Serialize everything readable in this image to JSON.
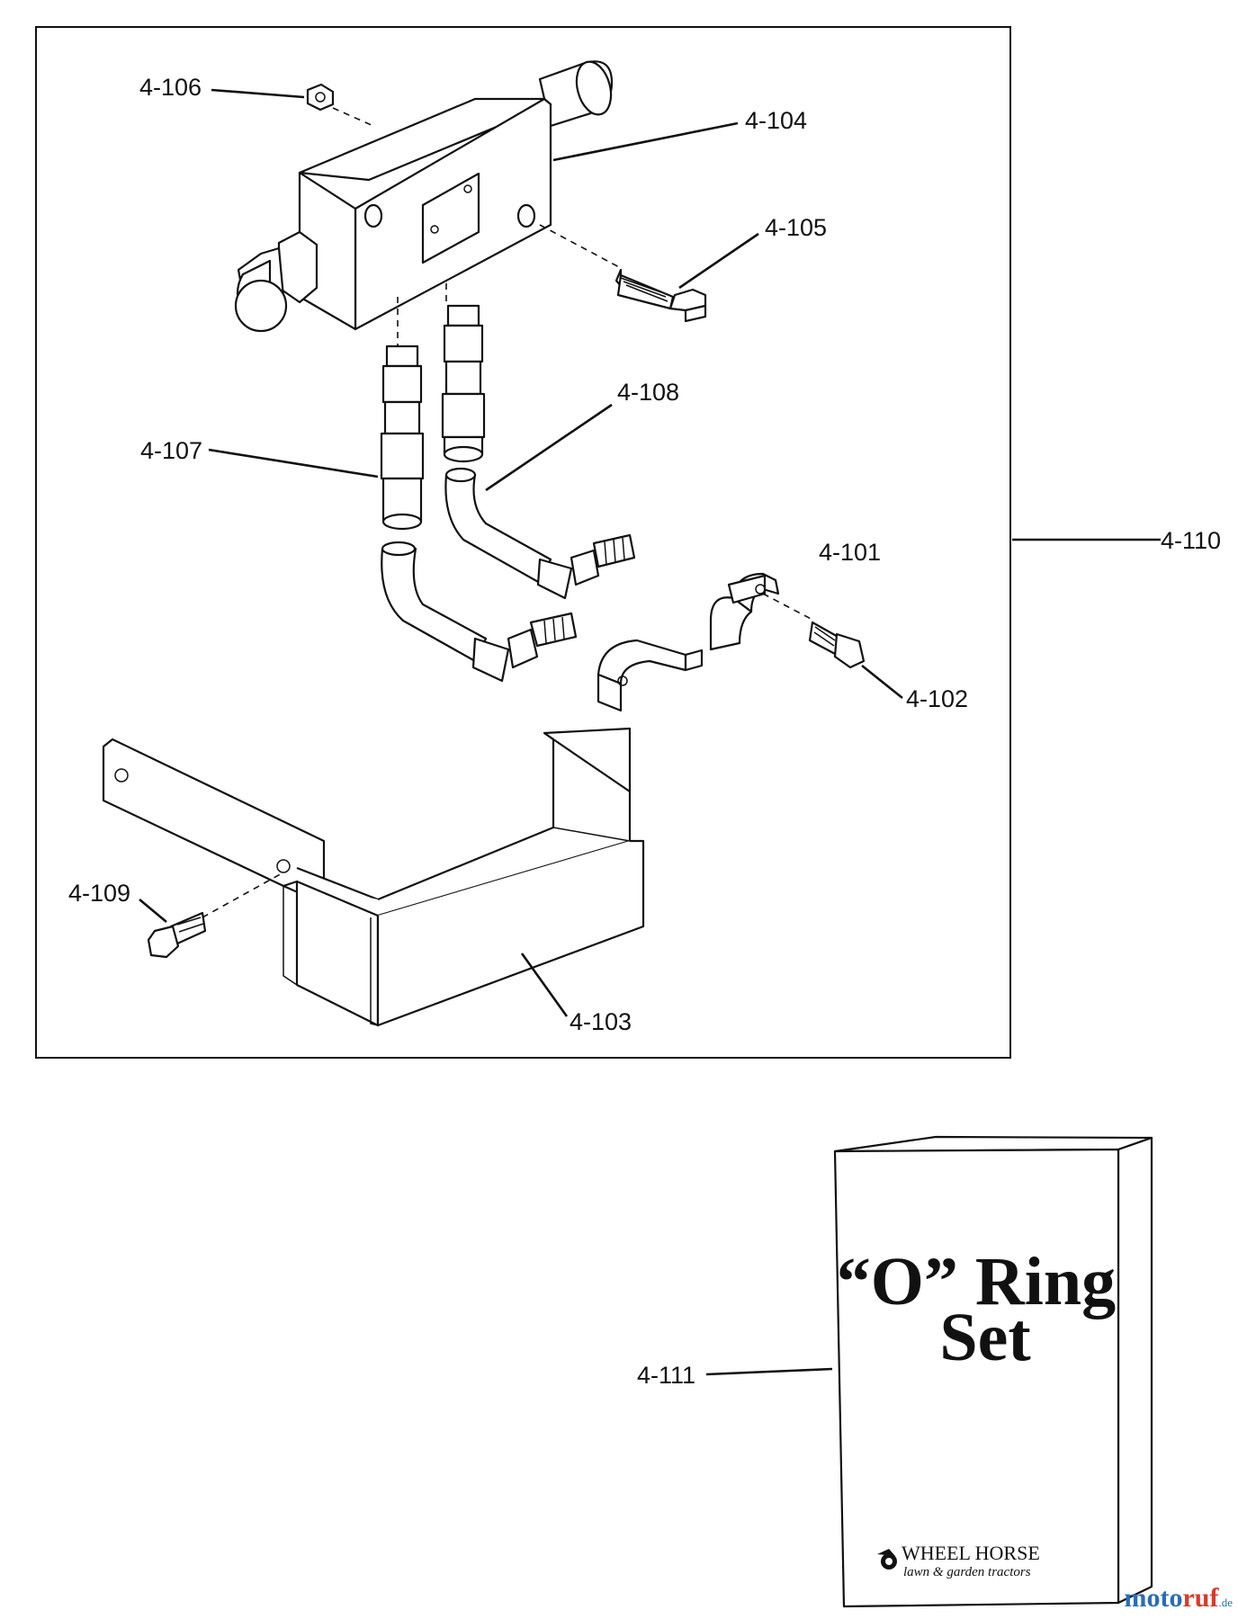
{
  "labels": {
    "p101": "4-101",
    "p102": "4-102",
    "p103": "4-103",
    "p104": "4-104",
    "p105": "4-105",
    "p106": "4-106",
    "p107": "4-107",
    "p108": "4-108",
    "p109": "4-109",
    "p110": "4-110",
    "p111": "4-111"
  },
  "box": {
    "line1": "“O” Ring",
    "line2": "Set",
    "brand": "WHEEL HORSE",
    "tagline": "lawn & garden tractors"
  },
  "watermark": {
    "part1": "moto",
    "part2": "ruf",
    "part3": ".de"
  }
}
